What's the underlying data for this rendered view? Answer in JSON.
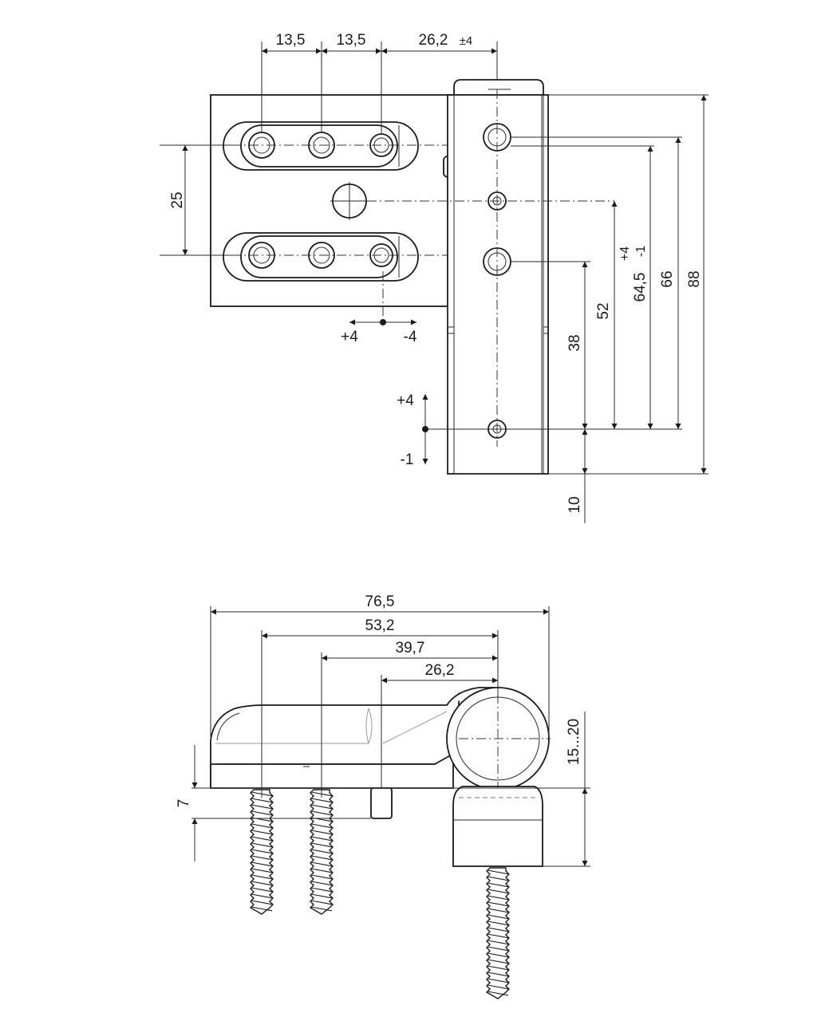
{
  "top_view": {
    "dim_spacing_1": "13,5",
    "dim_spacing_2": "13,5",
    "dim_offset": "26,2",
    "dim_offset_tol": "±4",
    "dim_slot_pitch": "25",
    "dim_adjust_plus": "+4",
    "dim_adjust_minus": "-4",
    "dim_vert_plus": "+4",
    "dim_vert_minus": "-1",
    "dim_38": "38",
    "dim_52": "52",
    "dim_64_5": "64,5",
    "dim_64_5_tol_upper": "+4",
    "dim_64_5_tol_lower": "-1",
    "dim_66": "66",
    "dim_88": "88",
    "dim_10": "10"
  },
  "side_view": {
    "dim_76_5": "76,5",
    "dim_53_2": "53,2",
    "dim_39_7": "39,7",
    "dim_26_2": "26,2",
    "dim_15_20": "15...20",
    "dim_7": "7"
  }
}
